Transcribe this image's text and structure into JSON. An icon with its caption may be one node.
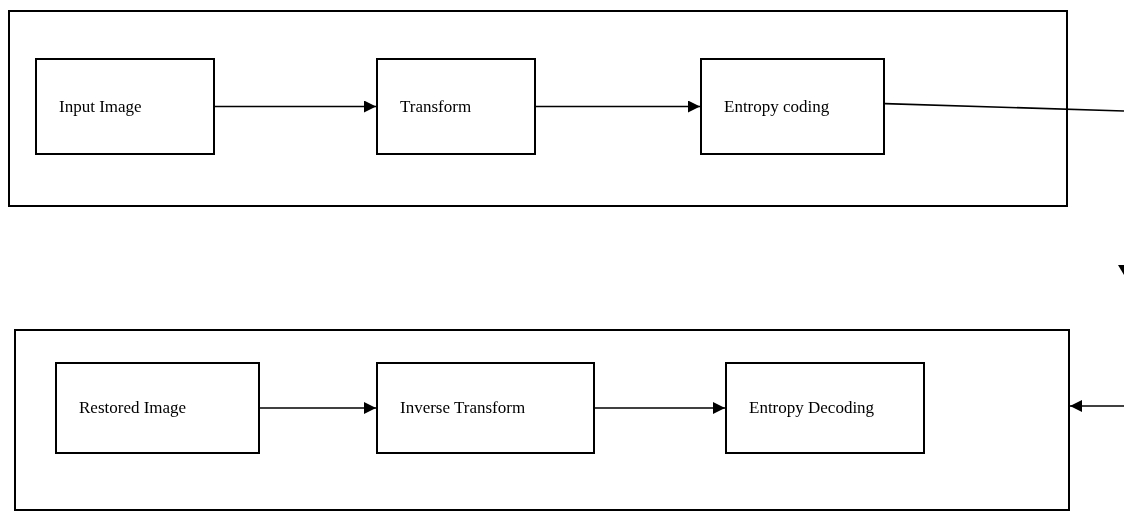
{
  "diagram": {
    "nodes": [
      {
        "text": [],
        "shape": "box"
      },
      {
        "text": [
          "Input Image"
        ],
        "in": 0
      },
      {
        "text": [
          "Transform"
        ],
        "in": 0
      },
      {
        "text": [
          "Entropy coding"
        ],
        "in": 0
      },
      {
        "text": [],
        "shape": "box"
      },
      {
        "text": [
          "Restored Image"
        ],
        "in": 4
      },
      {
        "text": [
          "Inverse Transform"
        ],
        "in": 4
      },
      {
        "text": [
          "Entropy Decoding"
        ],
        "in": 4
      }
    ],
    "edges": [
      {
        "from": 1,
        "to": 2,
        "arrow": "to"
      },
      {
        "from": 2,
        "to": 3,
        "arrow": "to"
      },
      {
        "from": 3,
        "to": null,
        "arrow": "none"
      },
      {
        "from": null,
        "to": 4,
        "arrow": "to"
      },
      {
        "from": 5,
        "to": 6,
        "arrow": "to"
      },
      {
        "from": 6,
        "to": 7,
        "arrow": "to"
      }
    ]
  }
}
